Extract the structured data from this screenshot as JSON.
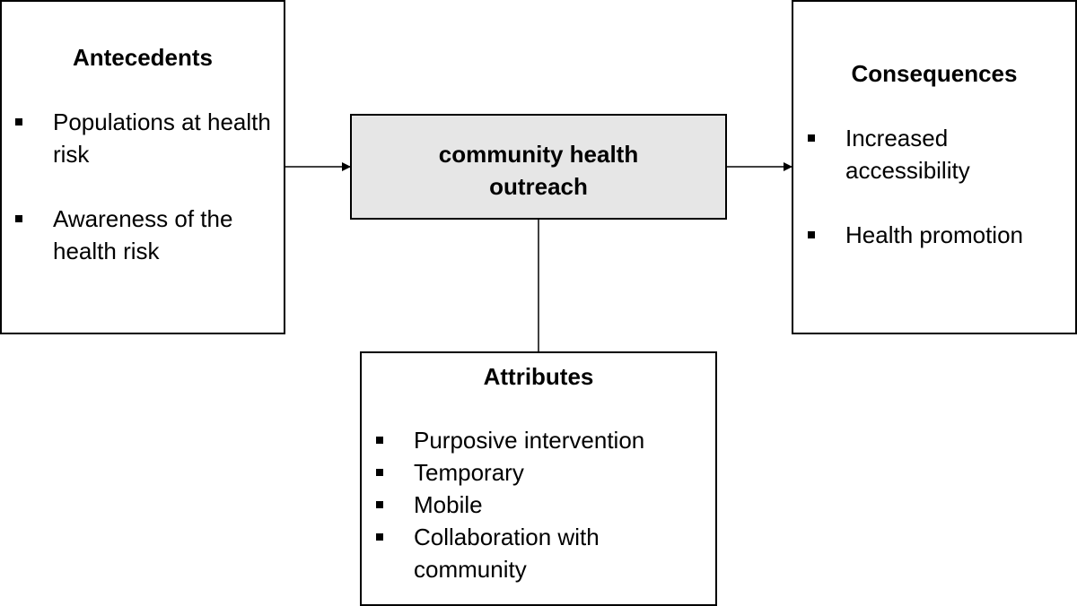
{
  "diagram": {
    "antecedents": {
      "title": "Antecedents",
      "items": [
        {
          "label": "Populations at health risk"
        },
        {
          "label": "Awareness of the health risk"
        }
      ]
    },
    "concept": {
      "label": "community health outreach"
    },
    "consequences": {
      "title": "Consequences",
      "items": [
        {
          "label": "Increased accessibility"
        },
        {
          "label": "Health promotion"
        }
      ]
    },
    "attributes": {
      "title": "Attributes",
      "items": [
        {
          "label": "Purposive intervention"
        },
        {
          "label": "Temporary"
        },
        {
          "label": "Mobile"
        },
        {
          "label": "Collaboration with community"
        }
      ]
    },
    "colors": {
      "concept_fill": "#e6e6e6",
      "stroke": "#000000"
    }
  }
}
